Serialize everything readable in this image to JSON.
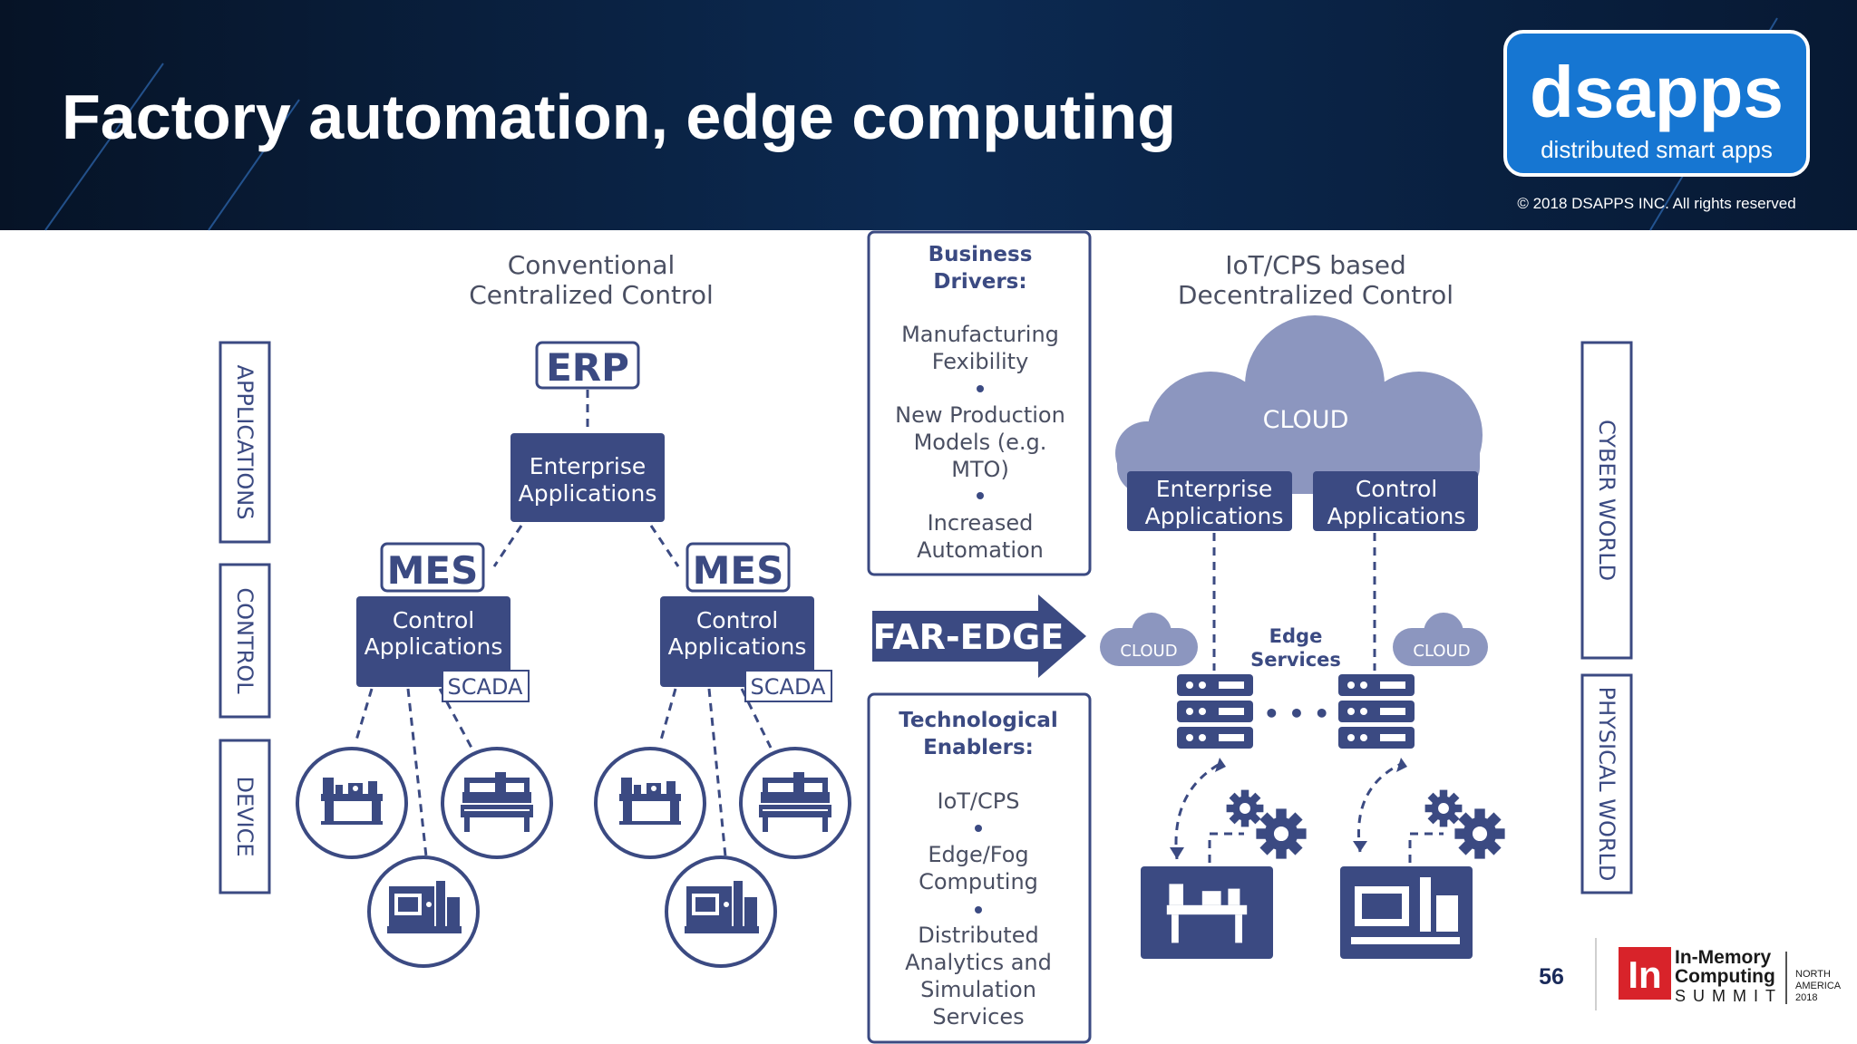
{
  "header": {
    "title": "Factory automation, edge computing",
    "logo_word": "dsapps",
    "logo_tagline": "distributed smart apps",
    "copyright": "© 2018 DSAPPS INC. All rights reserved"
  },
  "layers_left": [
    "APPLICATIONS",
    "CONTROL",
    "DEVICE"
  ],
  "layers_right": [
    "CYBER WORLD",
    "PHYSICAL WORLD"
  ],
  "conventional": {
    "title_line1": "Conventional",
    "title_line2": "Centralized Control",
    "erp": "ERP",
    "ent_line1": "Enterprise",
    "ent_line2": "Applications",
    "mes": "MES",
    "ctrl_line1": "Control",
    "ctrl_line2": "Applications",
    "scada": "SCADA"
  },
  "business": {
    "heading_line1": "Business",
    "heading_line2": "Drivers:",
    "items": [
      [
        "Manufacturing",
        "Fexibility"
      ],
      [
        "New Production",
        "Models (e.g.",
        "MTO)"
      ],
      [
        "Increased",
        "Automation"
      ]
    ]
  },
  "far_edge": "FAR-EDGE",
  "technological": {
    "heading_line1": "Technological",
    "heading_line2": "Enablers:",
    "items": [
      [
        "IoT/CPS"
      ],
      [
        "Edge/Fog",
        "Computing"
      ],
      [
        "Distributed",
        "Analytics and",
        "Simulation",
        "Services"
      ]
    ]
  },
  "decentralized": {
    "title_line1": "IoT/CPS based",
    "title_line2": "Decentralized Control",
    "cloud": "CLOUD",
    "ent_line1": "Enterprise",
    "ent_line2": "Applications",
    "ctrl_line1": "Control",
    "ctrl_line2": "Applications",
    "small_cloud": "CLOUD",
    "edge_line1": "Edge",
    "edge_line2": "Services",
    "ellipsis": "• • •"
  },
  "footer": {
    "page_number": "56",
    "brand_line1": "In-Memory",
    "brand_line2": "Computing",
    "brand_line3": "SUMMIT",
    "region_line1": "NORTH",
    "region_line2": "AMERICA",
    "region_line3": "2018"
  },
  "colors": {
    "navy": "#3b4a82",
    "cloud": "#8c96bf",
    "header_bg": "#0a1d3a",
    "logo_blue": "#1676d2",
    "brand_red": "#d8232a"
  }
}
